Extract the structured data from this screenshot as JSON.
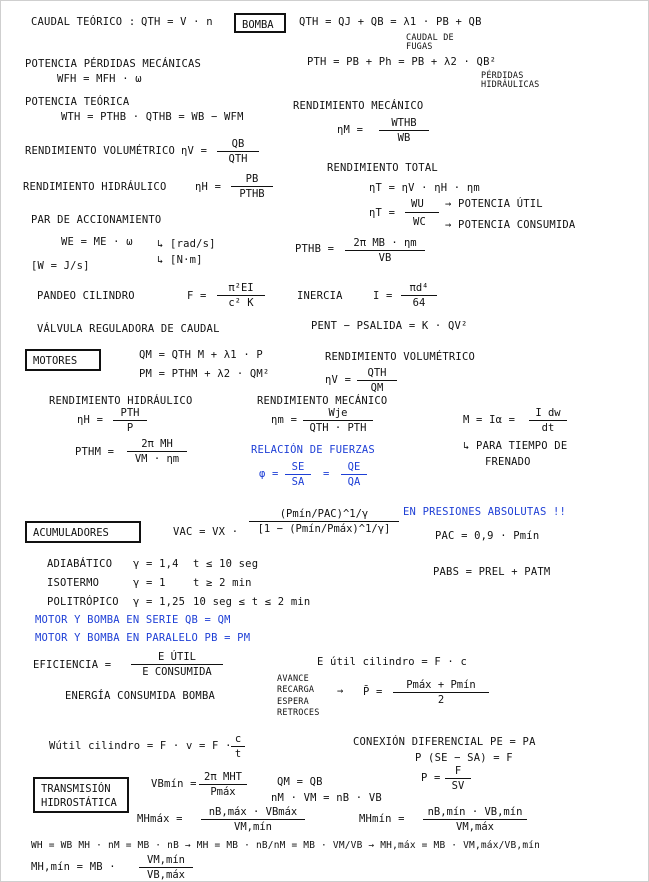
{
  "caudal_teorico": {
    "label": "CAUDAL TEÓRICO :",
    "formula": "QTH = V · n"
  },
  "bomba": {
    "label": "BOMBA",
    "eq1": "QTH = QJ + QB = λ1 · PB + QB",
    "note_fugas": "CAUDAL DE FUGAS",
    "eq2": "PTH = PB + Ph = PB + λ2 · QB²",
    "note_perdidas": "PÉRDIDAS HIDRÁULICAS"
  },
  "potencia_perdidas": {
    "label": "POTENCIA PÉRDIDAS MECÁNICAS",
    "formula": "WFH = MFH · ω"
  },
  "potencia_teorica": {
    "label": "POTENCIA TEÓRICA",
    "formula": "WTH = PTHB · QTHB = WB − WFM"
  },
  "rend_mecanico": {
    "label": "RENDIMIENTO MECÁNICO",
    "lhs": "ηM =",
    "num": "WTHB",
    "den": "WB"
  },
  "rend_volumetrico": {
    "label": "RENDIMIENTO VOLUMÉTRICO",
    "lhs": "ηV =",
    "num": "QB",
    "den": "QTH"
  },
  "rend_hidraulico": {
    "label": "RENDIMIENTO HIDRÁULICO",
    "lhs": "ηH =",
    "num": "PB",
    "den": "PTHB"
  },
  "rend_total": {
    "label": "RENDIMIENTO TOTAL",
    "eq1": "ηT = ηV · ηH · ηm",
    "lhs": "ηT =",
    "num": "WU",
    "arrow1": "→ POTENCIA ÚTIL",
    "den": "WC",
    "arrow2": "→ POTENCIA CONSUMIDA"
  },
  "par_accionamiento": {
    "label": "PAR DE ACCIONAMIENTO",
    "eq": "WE = ME · ω",
    "unit1": "↳ [rad/s]",
    "unit2": "↳ [N·m]",
    "note": "[W = J/s]"
  },
  "pthb": {
    "lhs": "PTHB =",
    "num": "2π MB · ηm",
    "den": "VB"
  },
  "pandeo": {
    "label": "PANDEO CILINDRO",
    "lhs": "F =",
    "num": "π²EI",
    "den": "c² K"
  },
  "inercia": {
    "label": "INERCIA",
    "lhs": "I =",
    "num": "πd⁴",
    "den": "64"
  },
  "valvula": {
    "label": "VÁLVULA REGULADORA DE CAUDAL",
    "formula": "PENT − PSALIDA = K · QV²"
  },
  "motores": {
    "label": "MOTORES",
    "eq1": "QM = QTH M + λ1 · P",
    "eq2": "PM = PTHM + λ2 · QM²",
    "rv_label": "RENDIMIENTO VOLUMÉTRICO",
    "rv_lhs": "ηV =",
    "rv_num": "QTH",
    "rv_den": "QM",
    "rh_label": "RENDIMIENTO HIDRÁULICO",
    "rh_lhs": "ηH =",
    "rh_num": "PTH",
    "rh_den": "P",
    "rm_label": "RENDIMIENTO MECÁNICO",
    "rm_lhs": "ηm =",
    "rm_num": "Wje",
    "rm_den": "QTH · PTH",
    "ptm_lhs": "PTHM =",
    "ptm_num": "2π MH",
    "ptm_den": "VM · ηm",
    "m_eq": "M = Iα =",
    "m_num": "I dw",
    "m_den": "dt",
    "m_note1": "↳ PARA TIEMPO DE",
    "m_note2": "FRENADO"
  },
  "relacion_fuerzas": {
    "label": "RELACIÓN DE FUERZAS",
    "lhs": "φ =",
    "n1": "SE",
    "d1": "SA",
    "eq": "=",
    "n2": "QE",
    "d2": "QA"
  },
  "acumuladores": {
    "label": "ACUMULADORES",
    "vac": "VAC = VX ·",
    "num": "(Pmín/PAC)^1/γ",
    "den": "[1 − (Pmín/Pmáx)^1/γ]",
    "note_blue": "EN PRESIONES ABSOLUTAS !!",
    "pac": "PAC = 0,9 · Pmín",
    "pabs": "PABS = PREL + PATM",
    "rows": [
      {
        "name": "ADIABÁTICO",
        "gamma": "γ = 1,4",
        "cond": "t ≤ 10 seg"
      },
      {
        "name": "ISOTERMO",
        "gamma": "γ = 1",
        "cond": "t ≥ 2 min"
      },
      {
        "name": "POLITRÓPICO",
        "gamma": "γ = 1,25",
        "cond": "10 seg ≤ t ≤ 2 min"
      }
    ],
    "serie": "MOTOR Y BOMBA EN SERIE   QB = QM",
    "paralelo": "MOTOR Y BOMBA EN PARALELO   PB = PM"
  },
  "eficiencia": {
    "lhs": "EFICIENCIA =",
    "num": "E ÚTIL",
    "den": "E CONSUMIDA",
    "eutil": "E útil cilindro = F · c",
    "energia": "ENERGÍA CONSUMIDA BOMBA",
    "fases": [
      "AVANCE",
      "RECARGA",
      "ESPERA",
      "RETROCES"
    ],
    "pbar": "P̄ =",
    "pbar_num": "Pmáx + Pmín",
    "pbar_den": "2"
  },
  "wutil": {
    "lhs": "Wútil cilindro = F · v = F ·",
    "num": "c",
    "den": "t"
  },
  "conexion": {
    "label": "CONEXIÓN DIFERENCIAL  PE = PA",
    "eq1": "P (SE − SA) = F",
    "lhs": "P =",
    "num": "F",
    "den": "SV"
  },
  "transmision": {
    "label1": "TRANSMISIÓN",
    "label2": "HIDROSTÁTICA",
    "vb": "VBmín =",
    "vb_num": "2π MHT",
    "vb_den": "Pmáx",
    "eq1": "QM = QB",
    "eq2": "nM · VM = nB · VB",
    "mh_max": "MHmáx =",
    "mh_max_num": "nB,máx · VBmáx",
    "mh_max_den": "VM,mín",
    "mh_min": "MHmín =",
    "mh_min_num": "nB,mín · VB,mín",
    "mh_min_den": "VM,máx",
    "line1": "WH = WB   MH · nM = MB · nB  →  MH = MB · nB/nM = MB · VM/VB  →  MH,máx = MB · VM,máx/VB,mín",
    "line2_lhs": "MH,mín =  MB ·",
    "line2_num": "VM,mín",
    "line2_den": "VB,máx"
  }
}
